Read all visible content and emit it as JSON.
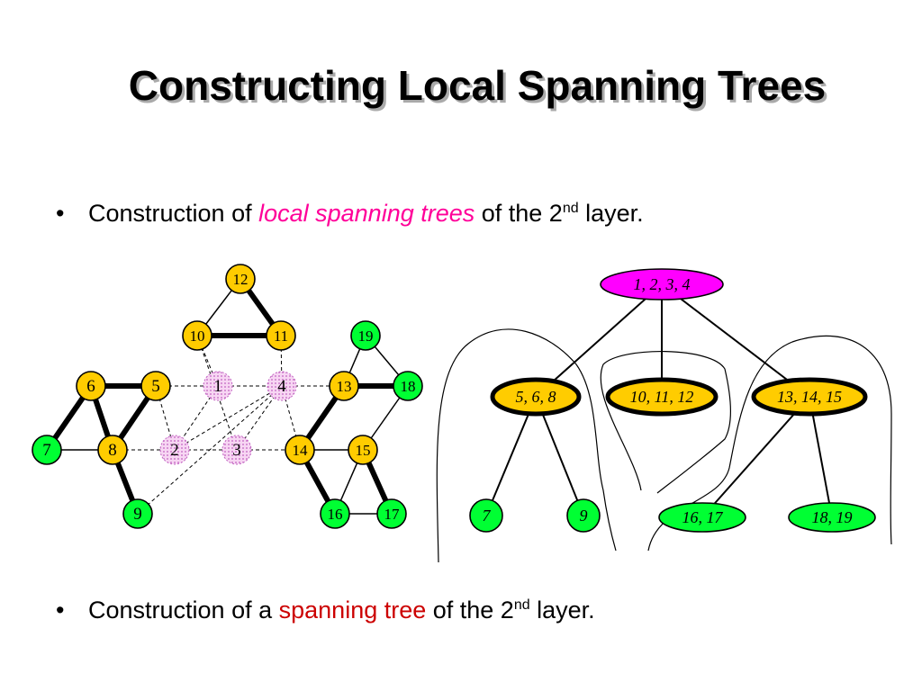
{
  "slide": {
    "title": "Constructing Local Spanning Trees"
  },
  "bullets": [
    {
      "marker": "•",
      "before": "Construction of ",
      "highlight": "local spanning trees",
      "after": " of the 2",
      "sup": "nd",
      "end": " layer."
    },
    {
      "marker": "•",
      "before": "Construction of a ",
      "highlight": "spanning tree",
      "after": " of the 2",
      "sup": "nd",
      "end": " layer."
    }
  ],
  "colors": {
    "gold": "#ffcc00",
    "green": "#00ff33",
    "magenta": "#ff00ff",
    "pink_dotted": "#f4c6f0",
    "highlight_pink": "#ff0099",
    "highlight_red": "#cc0000"
  },
  "graph": {
    "nodes": [
      {
        "id": "12",
        "label": "12",
        "color": "gold"
      },
      {
        "id": "10",
        "label": "10",
        "color": "gold"
      },
      {
        "id": "11",
        "label": "11",
        "color": "gold"
      },
      {
        "id": "6",
        "label": "6",
        "color": "gold"
      },
      {
        "id": "5",
        "label": "5",
        "color": "gold"
      },
      {
        "id": "1",
        "label": "1",
        "color": "pink_dotted"
      },
      {
        "id": "4",
        "label": "4",
        "color": "pink_dotted"
      },
      {
        "id": "13",
        "label": "13",
        "color": "gold"
      },
      {
        "id": "18",
        "label": "18",
        "color": "green"
      },
      {
        "id": "19",
        "label": "19",
        "color": "green"
      },
      {
        "id": "7",
        "label": "7",
        "color": "green"
      },
      {
        "id": "8",
        "label": "8",
        "color": "gold"
      },
      {
        "id": "2",
        "label": "2",
        "color": "pink_dotted"
      },
      {
        "id": "3",
        "label": "3",
        "color": "pink_dotted"
      },
      {
        "id": "14",
        "label": "14",
        "color": "gold"
      },
      {
        "id": "15",
        "label": "15",
        "color": "gold"
      },
      {
        "id": "9",
        "label": "9",
        "color": "green"
      },
      {
        "id": "16",
        "label": "16",
        "color": "green"
      },
      {
        "id": "17",
        "label": "17",
        "color": "green"
      }
    ],
    "edges": [
      {
        "from": "12",
        "to": "10",
        "style": "thin"
      },
      {
        "from": "12",
        "to": "11",
        "style": "thick"
      },
      {
        "from": "10",
        "to": "11",
        "style": "thick"
      },
      {
        "from": "6",
        "to": "5",
        "style": "thick"
      },
      {
        "from": "6",
        "to": "7",
        "style": "thick"
      },
      {
        "from": "6",
        "to": "8",
        "style": "thick"
      },
      {
        "from": "5",
        "to": "8",
        "style": "thick"
      },
      {
        "from": "7",
        "to": "8",
        "style": "thin"
      },
      {
        "from": "5",
        "to": "8",
        "style": "thin"
      },
      {
        "from": "8",
        "to": "9",
        "style": "thick"
      },
      {
        "from": "19",
        "to": "18",
        "style": "thin"
      },
      {
        "from": "19",
        "to": "13",
        "style": "thin"
      },
      {
        "from": "13",
        "to": "18",
        "style": "thick"
      },
      {
        "from": "13",
        "to": "14",
        "style": "thick"
      },
      {
        "from": "18",
        "to": "15",
        "style": "thin"
      },
      {
        "from": "14",
        "to": "15",
        "style": "thin"
      },
      {
        "from": "14",
        "to": "16",
        "style": "thick"
      },
      {
        "from": "15",
        "to": "16",
        "style": "thin"
      },
      {
        "from": "15",
        "to": "17",
        "style": "thick"
      },
      {
        "from": "16",
        "to": "17",
        "style": "thin"
      },
      {
        "from": "5",
        "to": "1",
        "style": "dashed"
      },
      {
        "from": "1",
        "to": "4",
        "style": "dashed"
      },
      {
        "from": "4",
        "to": "13",
        "style": "dashed"
      },
      {
        "from": "10",
        "to": "1",
        "style": "dashed"
      },
      {
        "from": "11",
        "to": "4",
        "style": "dashed"
      },
      {
        "from": "8",
        "to": "2",
        "style": "dashed"
      },
      {
        "from": "2",
        "to": "3",
        "style": "dashed"
      },
      {
        "from": "3",
        "to": "14",
        "style": "dashed"
      },
      {
        "from": "5",
        "to": "2",
        "style": "dashed"
      },
      {
        "from": "9",
        "to": "4",
        "style": "dashed"
      },
      {
        "from": "1",
        "to": "2",
        "style": "dashed"
      },
      {
        "from": "10",
        "to": "3",
        "style": "dashed"
      },
      {
        "from": "2",
        "to": "4",
        "style": "dashed"
      },
      {
        "from": "3",
        "to": "4",
        "style": "dashed"
      },
      {
        "from": "4",
        "to": "14",
        "style": "dashed"
      }
    ]
  },
  "tree": {
    "nodes": [
      {
        "id": "root",
        "label": "1, 2, 3, 4",
        "color": "magenta",
        "thick": false
      },
      {
        "id": "a",
        "label": "5, 6, 8",
        "color": "gold",
        "thick": true
      },
      {
        "id": "b",
        "label": "10, 11, 12",
        "color": "gold",
        "thick": true
      },
      {
        "id": "c",
        "label": "13, 14, 15",
        "color": "gold",
        "thick": true
      },
      {
        "id": "a1",
        "label": "7",
        "color": "green",
        "thick": false
      },
      {
        "id": "a2",
        "label": "9",
        "color": "green",
        "thick": false
      },
      {
        "id": "c1",
        "label": "16, 17",
        "color": "green",
        "thick": false
      },
      {
        "id": "c2",
        "label": "18, 19",
        "color": "green",
        "thick": false
      }
    ],
    "edges": [
      {
        "from": "root",
        "to": "a"
      },
      {
        "from": "root",
        "to": "b"
      },
      {
        "from": "root",
        "to": "c"
      },
      {
        "from": "a",
        "to": "a1"
      },
      {
        "from": "a",
        "to": "a2"
      },
      {
        "from": "c",
        "to": "c1"
      },
      {
        "from": "c",
        "to": "c2"
      }
    ]
  }
}
